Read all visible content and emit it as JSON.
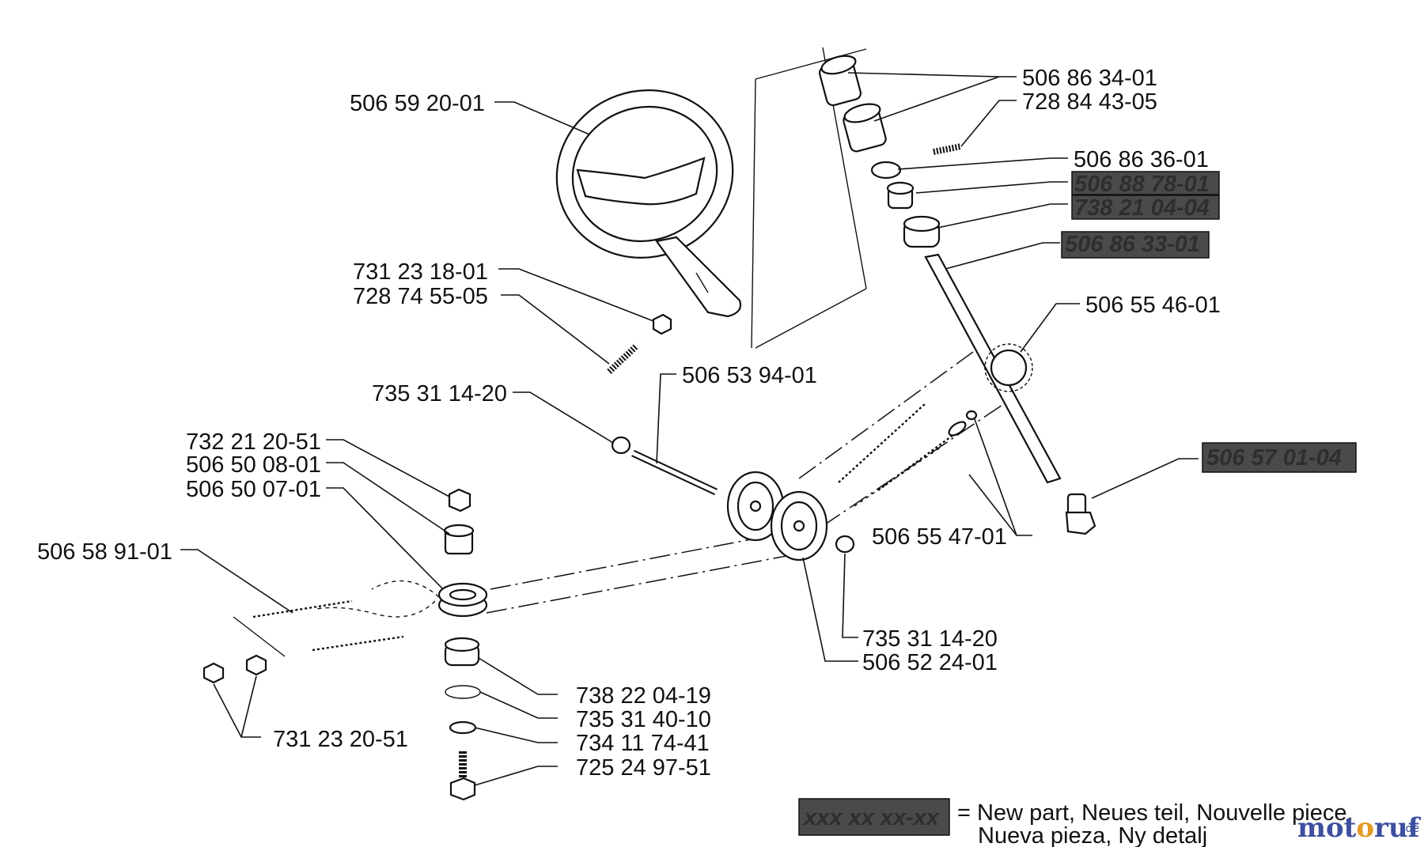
{
  "labels": {
    "wheel": "506 59 20-01",
    "nut_top": "731 23 18-01",
    "screw_top": "728 74 55-05",
    "washer_shaft": "735 31 14-20",
    "shaft": "506 53 94-01",
    "nut_left": "732 21 20-51",
    "bushing_left": "506 50 08-01",
    "pulley_left": "506 50 07-01",
    "cable": "506 58 91-01",
    "nuts_bottom": "731 23 20-51",
    "bearing_left": "738 22 04-19",
    "clip": "735 31 40-10",
    "washer_bottom": "734 11 74-41",
    "bolt_bottom": "725 24 97-51",
    "washer_pulley": "735 31 14-20",
    "pulley_center": "506 52 24-01",
    "cable_end": "506 55 47-01",
    "sleeve": "506 86 34-01",
    "set_screw": "728 84 43-05",
    "spacer": "506 86 36-01",
    "sprocket": "506 55 46-01",
    "bolt_right": "506 57 01-04"
  },
  "highlighted": {
    "bushing": "506 88 78-01",
    "bearing": "738 21 04-04",
    "column": "506 86 33-01"
  },
  "legend": {
    "swatch_text": "xxx xx xx-xx",
    "line1": "= New part, Neues teil, Nouvelle piece,",
    "line2": "Nueva pieza, Ny detalj"
  },
  "brand": {
    "name_part1": "mot",
    "name_o": "o",
    "name_part2": "ruf",
    "tld": ".de"
  },
  "colors": {
    "line": "#111111",
    "highlight_fill": "#4a4a4a",
    "brand_blue": "#3d4f9e",
    "brand_orange": "#e39a26"
  }
}
